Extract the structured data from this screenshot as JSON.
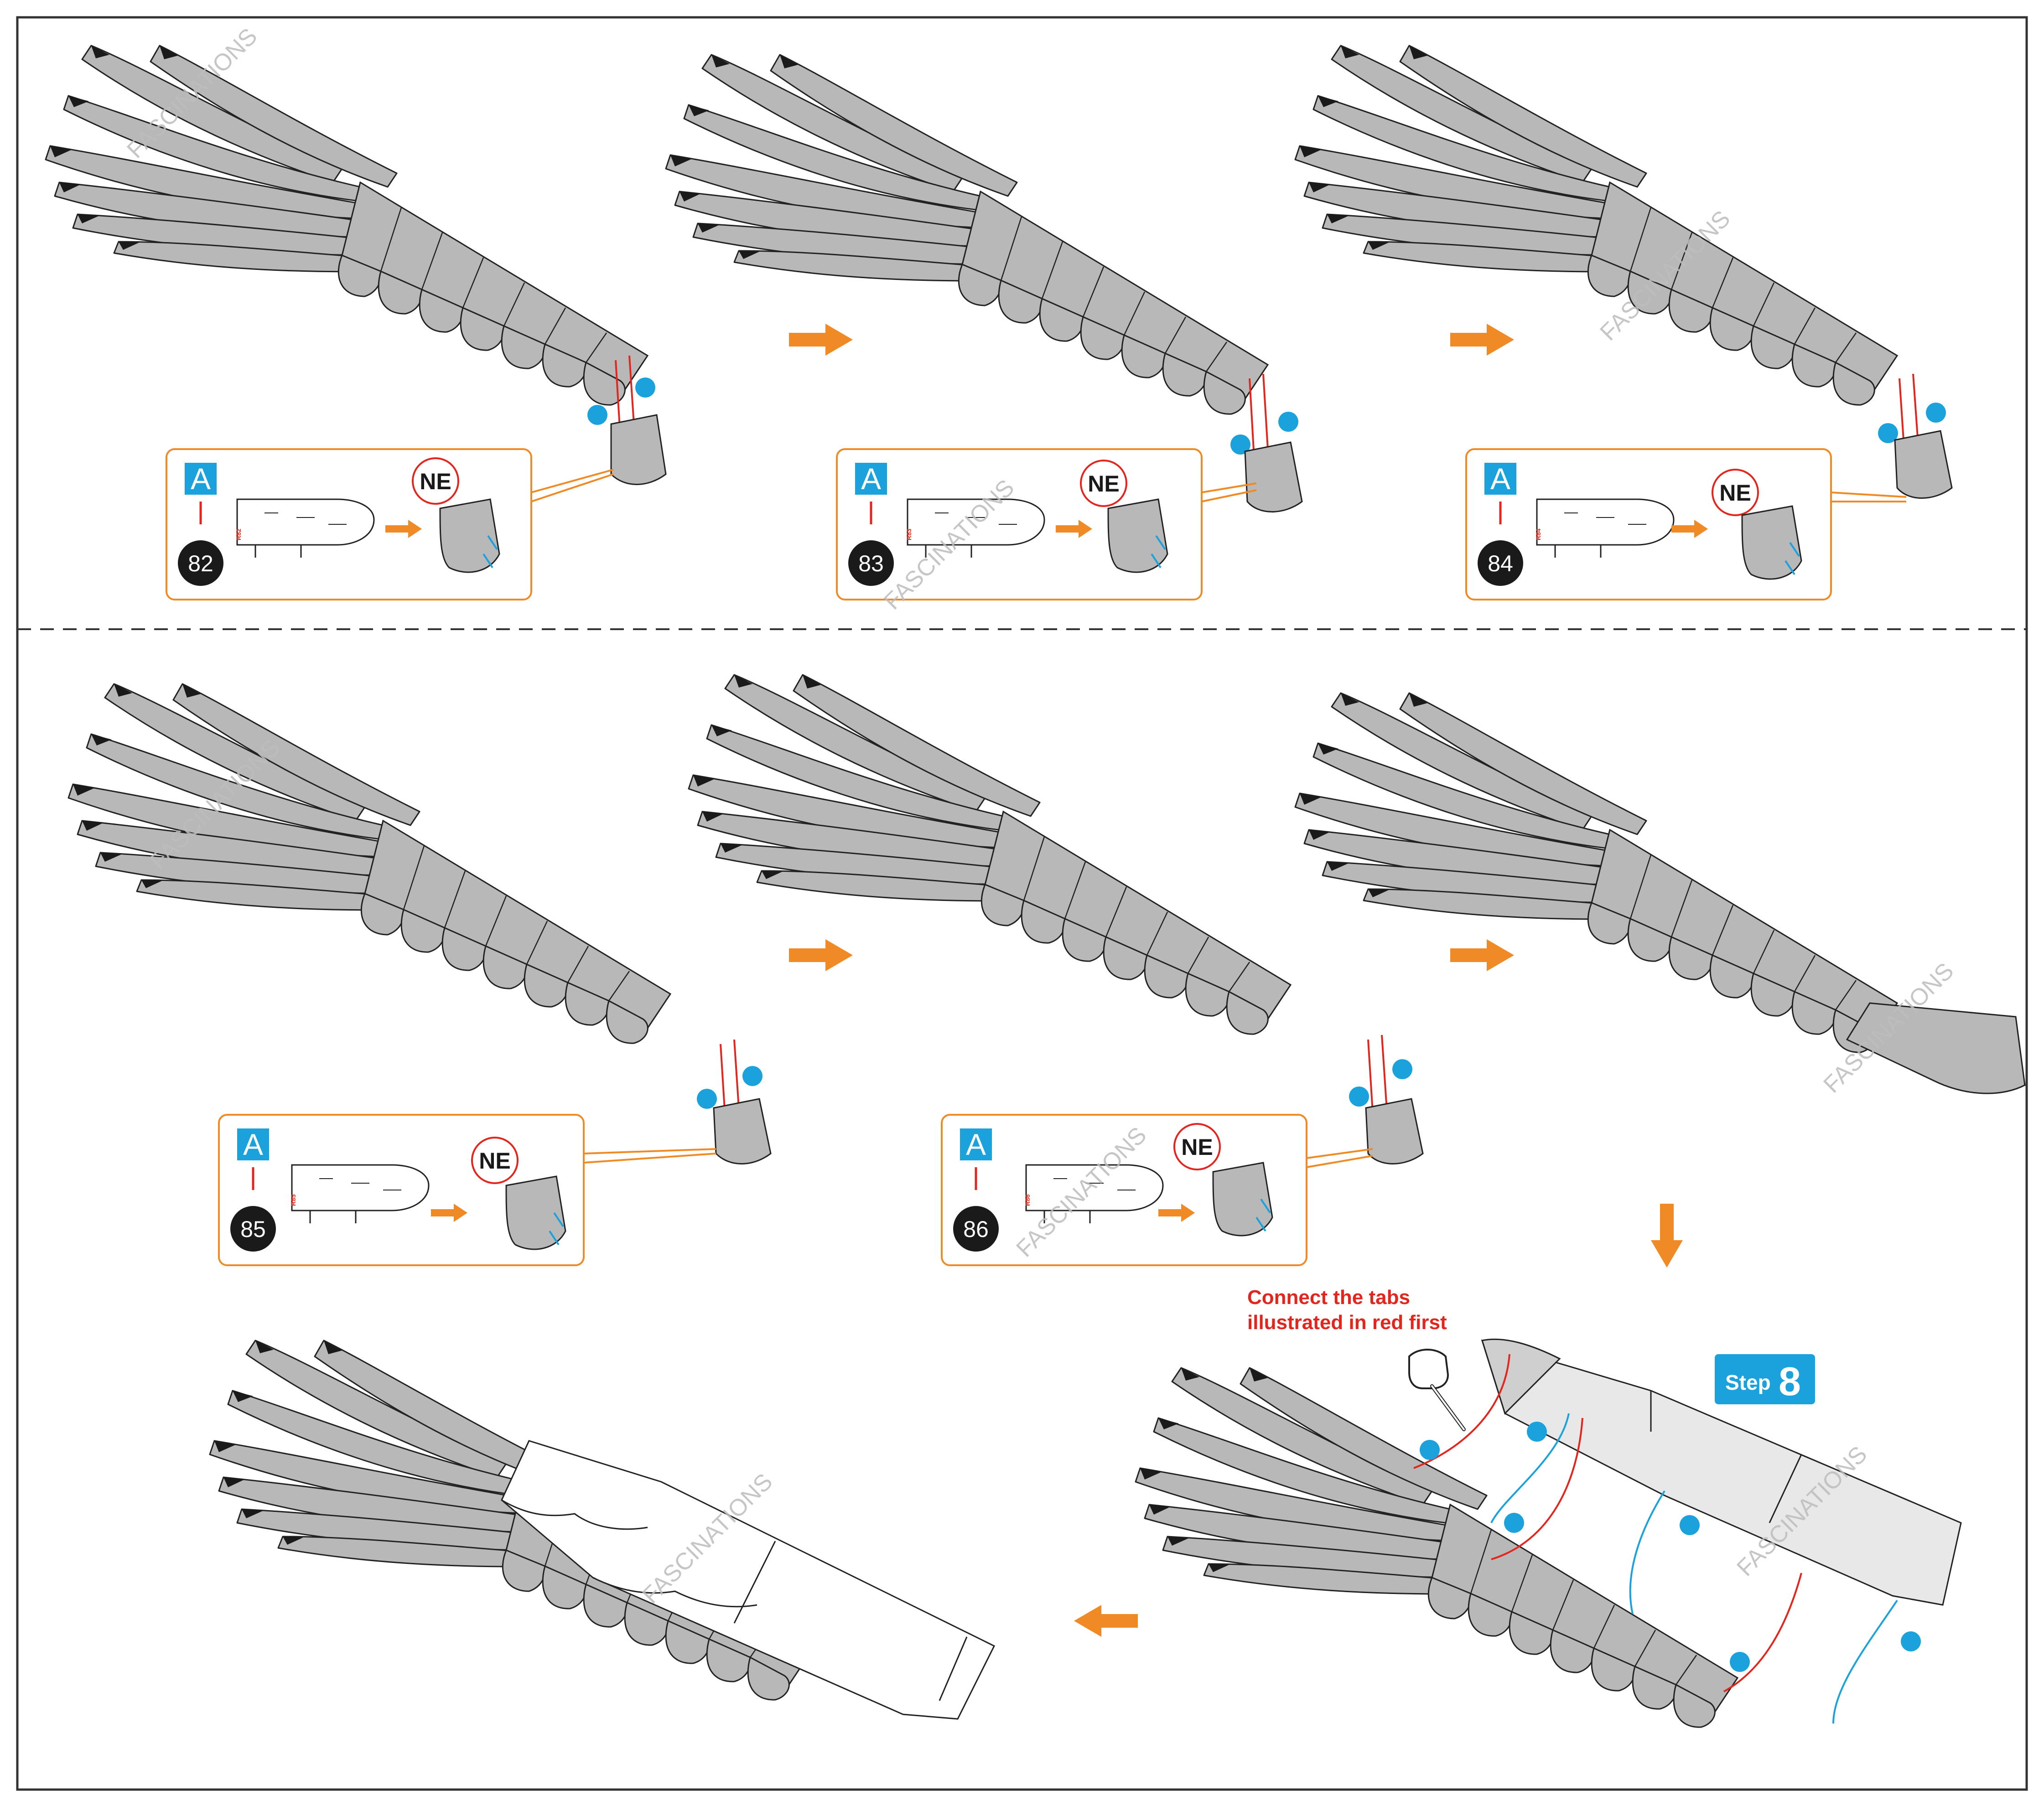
{
  "colors": {
    "orange": "#f08a24",
    "blue": "#1ba1dc",
    "red": "#e3261d",
    "feather_grey": "#b8b8b8",
    "outline": "#222222",
    "black": "#1a1a1a"
  },
  "steps": [
    {
      "badge": "A",
      "number": "82",
      "code": "R82",
      "callout": "NE"
    },
    {
      "badge": "A",
      "number": "83",
      "code": "R83",
      "callout": "NE"
    },
    {
      "badge": "A",
      "number": "84",
      "code": "R84",
      "callout": "NE"
    },
    {
      "badge": "A",
      "number": "85",
      "code": "R85",
      "callout": "NE"
    },
    {
      "badge": "A",
      "number": "86",
      "code": "R86",
      "callout": "NE"
    }
  ],
  "note": {
    "line1": "Connect the tabs",
    "line2": "illustrated in red first"
  },
  "step_tag": {
    "label": "Step",
    "number": "8"
  },
  "watermark": "FASCINATIONS",
  "icons": [
    "arrow-right-icon",
    "arrow-down-icon",
    "arrow-left-icon",
    "pointing-hand-icon",
    "blue-dot-icon"
  ]
}
